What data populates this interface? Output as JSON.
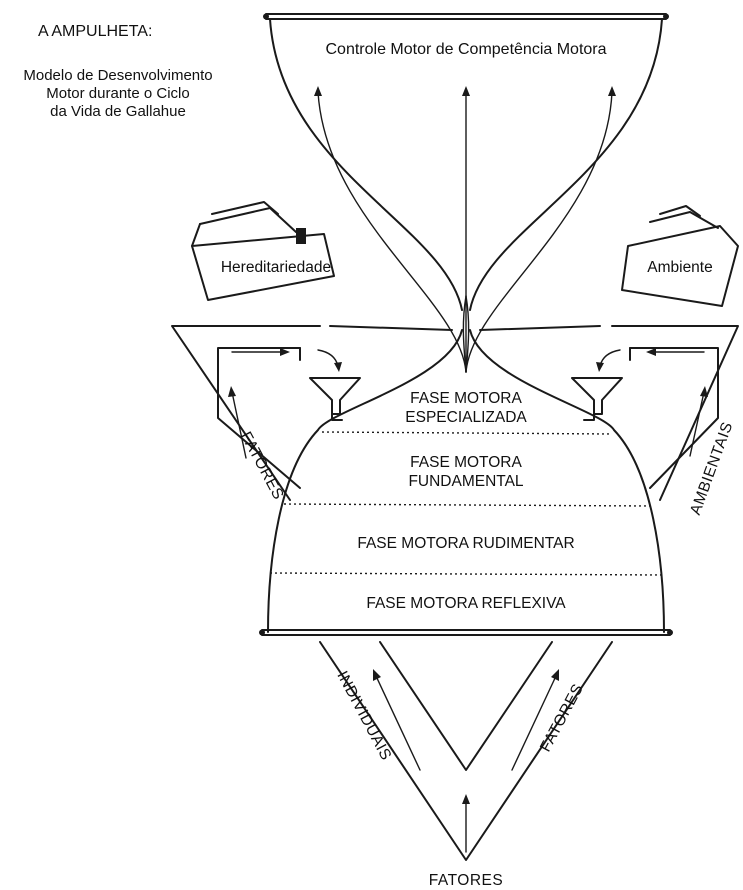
{
  "header": {
    "title": "A AMPULHETA:",
    "subtitle_lines": [
      "Modelo de Desenvolvimento",
      "Motor durante o Ciclo",
      "da Vida de Gallahue"
    ]
  },
  "top_label": "Controle Motor de Competência Motora",
  "buckets": {
    "left": "Hereditariedade",
    "right": "Ambiente"
  },
  "phases": [
    {
      "lines": [
        "FASE MOTORA",
        "ESPECIALIZADA"
      ]
    },
    {
      "lines": [
        "FASE MOTORA",
        "FUNDAMENTAL"
      ]
    },
    {
      "lines": [
        "FASE MOTORA RUDIMENTAR"
      ]
    },
    {
      "lines": [
        "FASE MOTORA REFLEXIVA"
      ]
    }
  ],
  "factors": {
    "left_side": "FATORES",
    "right_side": "AMBIENTAIS",
    "bottom_left": "INDIVIDUAIS",
    "bottom_right": "FATORES",
    "bottom": "FATORES"
  }
}
